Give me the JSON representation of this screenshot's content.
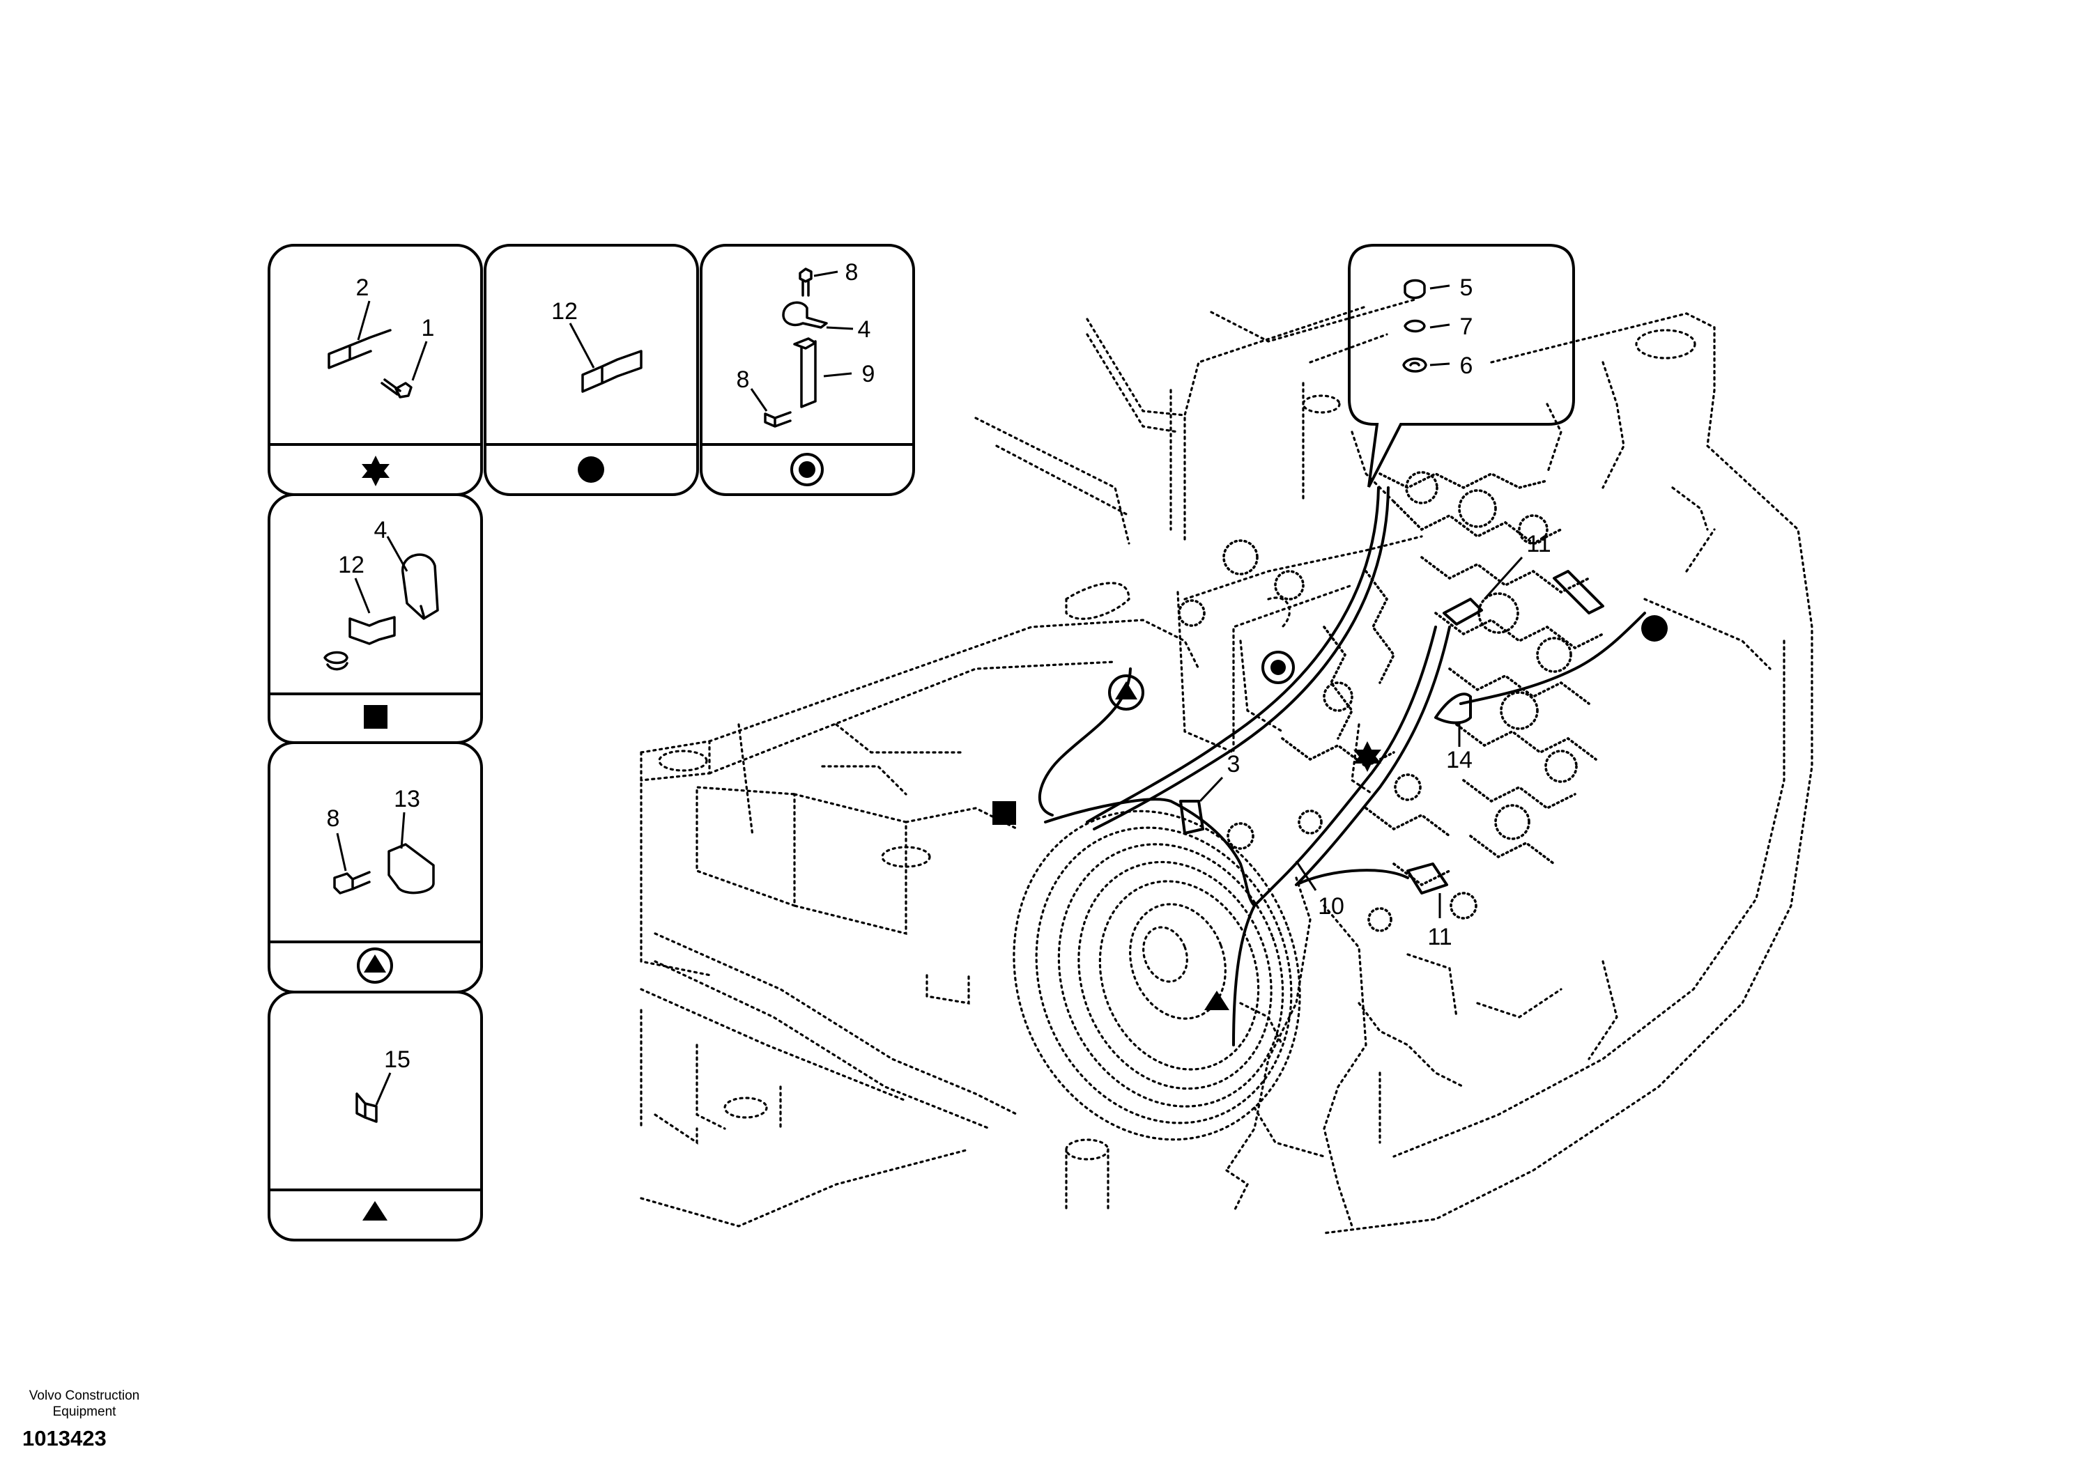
{
  "drawing": {
    "footer": {
      "company_line1": "Volvo Construction",
      "company_line2": "Equipment",
      "drawing_number": "1013423"
    },
    "detail_panels": [
      {
        "id": "star",
        "symbol": "star-icon",
        "parts": [
          "2",
          "1"
        ]
      },
      {
        "id": "circle",
        "symbol": "filled-circle-icon",
        "parts": [
          "12"
        ]
      },
      {
        "id": "double-circle",
        "symbol": "circle-in-circle-icon",
        "parts": [
          "8",
          "4",
          "8",
          "9"
        ]
      },
      {
        "id": "square",
        "symbol": "filled-square-icon",
        "parts": [
          "4",
          "12"
        ]
      },
      {
        "id": "circle-triangle",
        "symbol": "triangle-in-circle-icon",
        "parts": [
          "8",
          "13"
        ]
      },
      {
        "id": "triangle",
        "symbol": "filled-triangle-icon",
        "parts": [
          "15"
        ]
      }
    ],
    "nut_callout": {
      "parts": [
        "5",
        "7",
        "6"
      ]
    },
    "main_view_labels": [
      "11",
      "3",
      "14",
      "10",
      "11"
    ]
  }
}
